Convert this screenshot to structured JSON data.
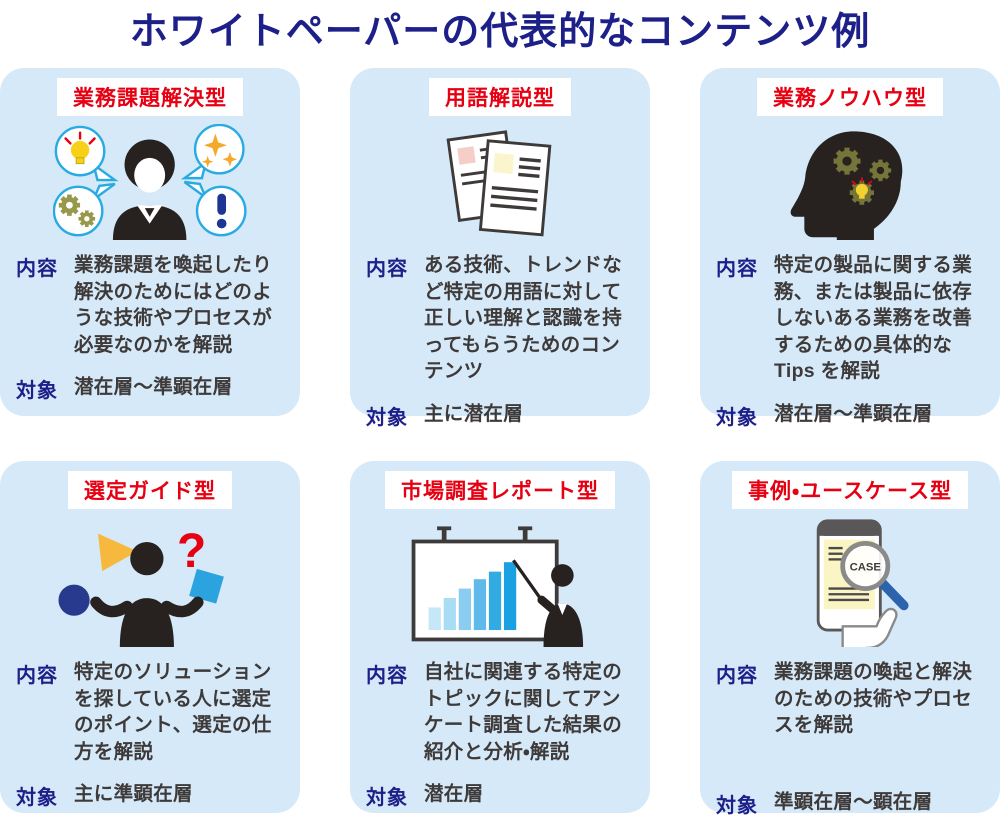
{
  "page": {
    "title": "ホワイトペーパーの代表的なコンテンツ例"
  },
  "colors": {
    "heading_navy": "#1d2088",
    "title_red": "#e60012",
    "card_background": "#d6e9f8",
    "body_text": "#3e3a39",
    "bubble_outline_blue": "#29abe2"
  },
  "cards": [
    {
      "title": "業務課題解決型",
      "icon": "businessman-idea-bubbles-icon",
      "content_label": "内容",
      "content": "業務課題を喚起したり解決のためにはどのような技術やプロセスが必要なのかを解説",
      "target_label": "対象",
      "target": "潜在層～準顕在層"
    },
    {
      "title": "用語解説型",
      "icon": "overlapping-documents-icon",
      "content_label": "内容",
      "content": "ある技術、トレンドなど特定の用語に対して正しい理解と認識を持ってもらうためのコンテンツ",
      "target_label": "対象",
      "target": "主に潜在層"
    },
    {
      "title": "業務ノウハウ型",
      "icon": "head-gears-icon",
      "content_label": "内容",
      "content": "特定の製品に関する業務、または製品に依存しないある業務を改善するための具体的なTips を解説",
      "target_label": "対象",
      "target": "潜在層～準顕在層"
    },
    {
      "title": "選定ガイド型",
      "icon": "person-choosing-shapes-icon",
      "icon_glyph": "?",
      "content_label": "内容",
      "content": "特定のソリューションを探している人に選定のポイント、選定の仕方を解説",
      "target_label": "対象",
      "target": "主に準顕在層"
    },
    {
      "title": "市場調査レポート型",
      "icon": "presenter-bar-chart-icon",
      "content_label": "内容",
      "content": "自社に関連する特定のトピックに関してアンケート調査した結果の紹介と分析・解説",
      "target_label": "対象",
      "target": "潜在層"
    },
    {
      "title": "事例・ユースケース型",
      "icon": "smartphone-case-magnifier-icon",
      "icon_glyph": "CASE",
      "content_label": "内容",
      "content": "業務課題の喚起と解決のための技術やプロセスを解説",
      "target_label": "対象",
      "target": "準顕在層～顕在層"
    }
  ]
}
